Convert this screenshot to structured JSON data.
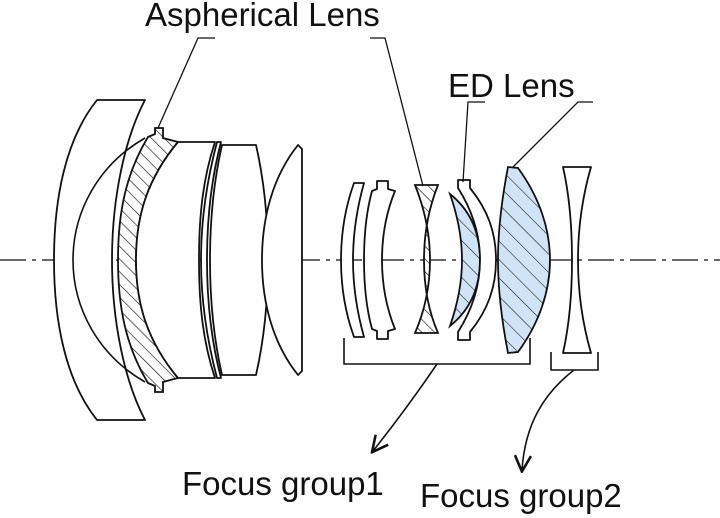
{
  "labels": {
    "aspherical": "Aspherical Lens",
    "ed": "ED Lens",
    "focus1": "Focus group1",
    "focus2": "Focus group2"
  },
  "colors": {
    "ed_fill": "#cfe4f6",
    "line": "#111111",
    "background": "#ffffff"
  }
}
